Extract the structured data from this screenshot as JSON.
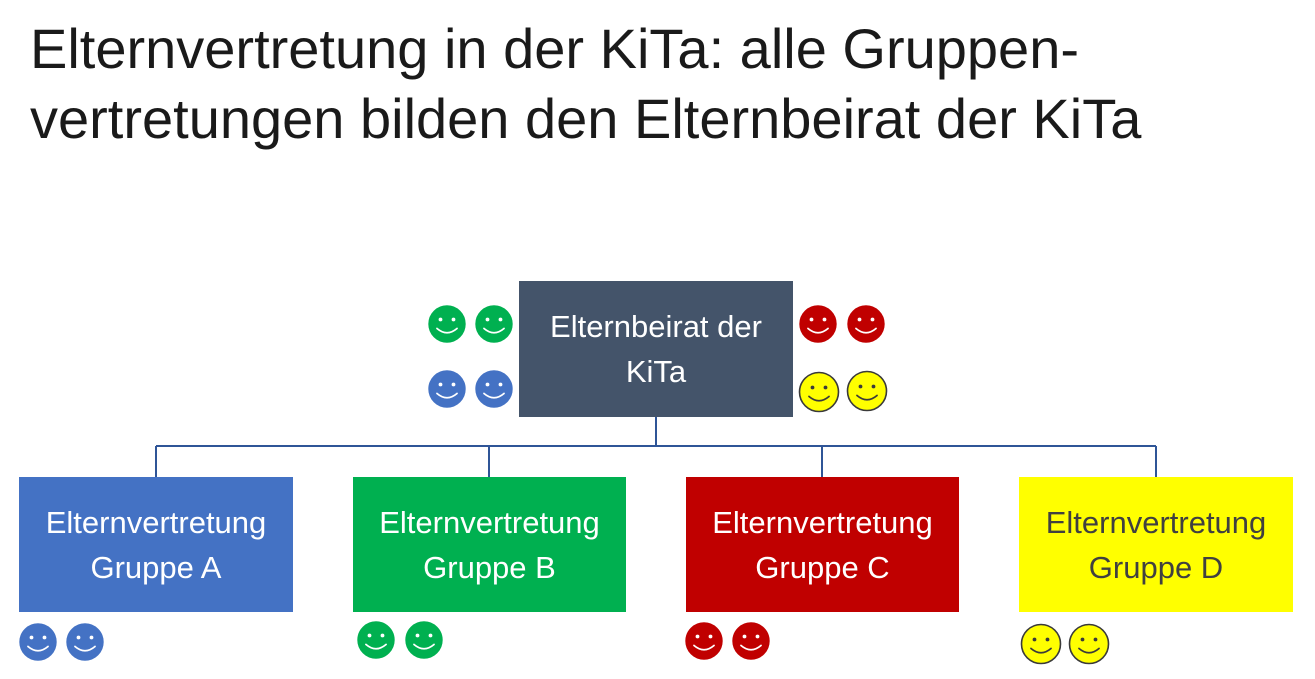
{
  "title": {
    "line1": "Elternvertretung in der KiTa: alle Gruppen-",
    "line2": "vertretungen bilden den Elternbeirat der KiTa"
  },
  "root": {
    "line1": "Elternbeirat der",
    "line2": "KiTa",
    "color": "#44546A",
    "text_color": "#FFFFFF"
  },
  "groups": [
    {
      "line1": "Elternvertretung",
      "line2": "Gruppe A",
      "color": "#4472C4",
      "text_color": "#FFFFFF"
    },
    {
      "line1": "Elternvertretung",
      "line2": "Gruppe B",
      "color": "#00B050",
      "text_color": "#FFFFFF"
    },
    {
      "line1": "Elternvertretung",
      "line2": "Gruppe C",
      "color": "#C00000",
      "text_color": "#FFFFFF"
    },
    {
      "line1": "Elternvertretung",
      "line2": "Gruppe D",
      "color": "#FFFF00",
      "text_color": "#404040"
    }
  ],
  "connector_color": "#2F5597",
  "icons": {
    "name": "smiley-face-icon",
    "colors": {
      "blue": "#4472C4",
      "green": "#00B050",
      "red": "#C00000",
      "yellow": "#FFFF00"
    }
  }
}
